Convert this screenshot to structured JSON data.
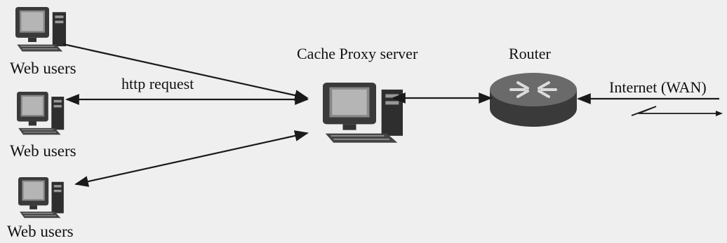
{
  "labels": {
    "web_users_1": "Web users",
    "web_users_2": "Web users",
    "web_users_3": "Web users",
    "http_request": "http request",
    "proxy": "Cache Proxy server",
    "router": "Router",
    "internet": "Internet (WAN)"
  },
  "colors": {
    "background": "#efefef",
    "line": "#1a1a1a",
    "router_body": "#4a4a4a",
    "monitor": "#2b2b2b"
  }
}
